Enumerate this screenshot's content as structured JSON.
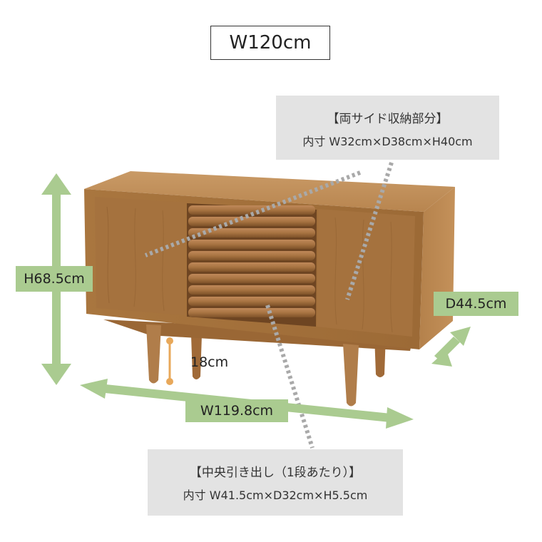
{
  "title": "W120cm",
  "side_storage": {
    "heading": "【両サイド収納部分】",
    "dims": "内寸 W32cm×D38cm×H40cm"
  },
  "center_drawer": {
    "heading": "【中央引き出し（1段あたり）】",
    "dims": "内寸 W41.5cm×D32cm×H5.5cm"
  },
  "dimensions": {
    "height": "H68.5cm",
    "depth": "D44.5cm",
    "width": "W119.8cm",
    "leg_height": "18cm"
  },
  "colors": {
    "arrow_green": "#aacb90",
    "leg_orange": "#e8a85a",
    "box_gray": "#e3e3e3",
    "wood": "#b07d4a"
  }
}
